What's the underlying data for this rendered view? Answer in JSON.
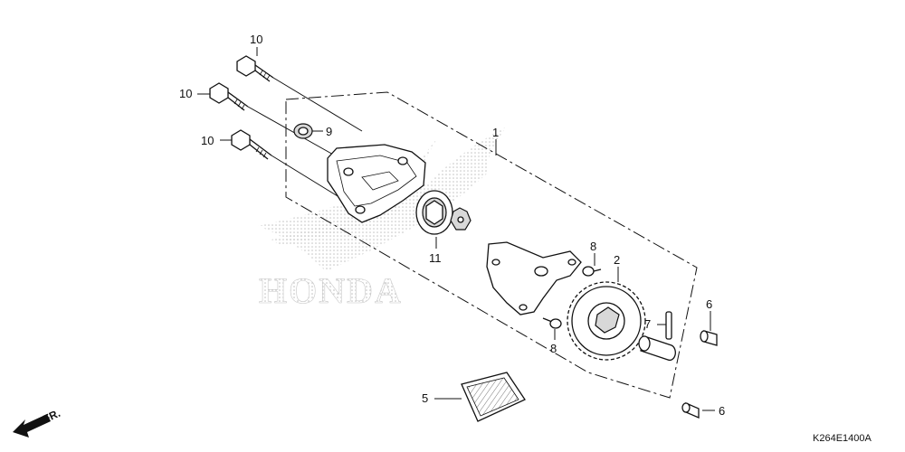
{
  "diagram": {
    "callouts": {
      "c1": "1",
      "c2": "2",
      "c5": "5",
      "c6a": "6",
      "c6b": "6",
      "c7": "7",
      "c8a": "8",
      "c8b": "8",
      "c9": "9",
      "c10a": "10",
      "c10b": "10",
      "c10c": "10",
      "c11": "11"
    },
    "watermark_text": "HONDA",
    "front_label": "FR.",
    "reference_code": "K264E1400A"
  }
}
